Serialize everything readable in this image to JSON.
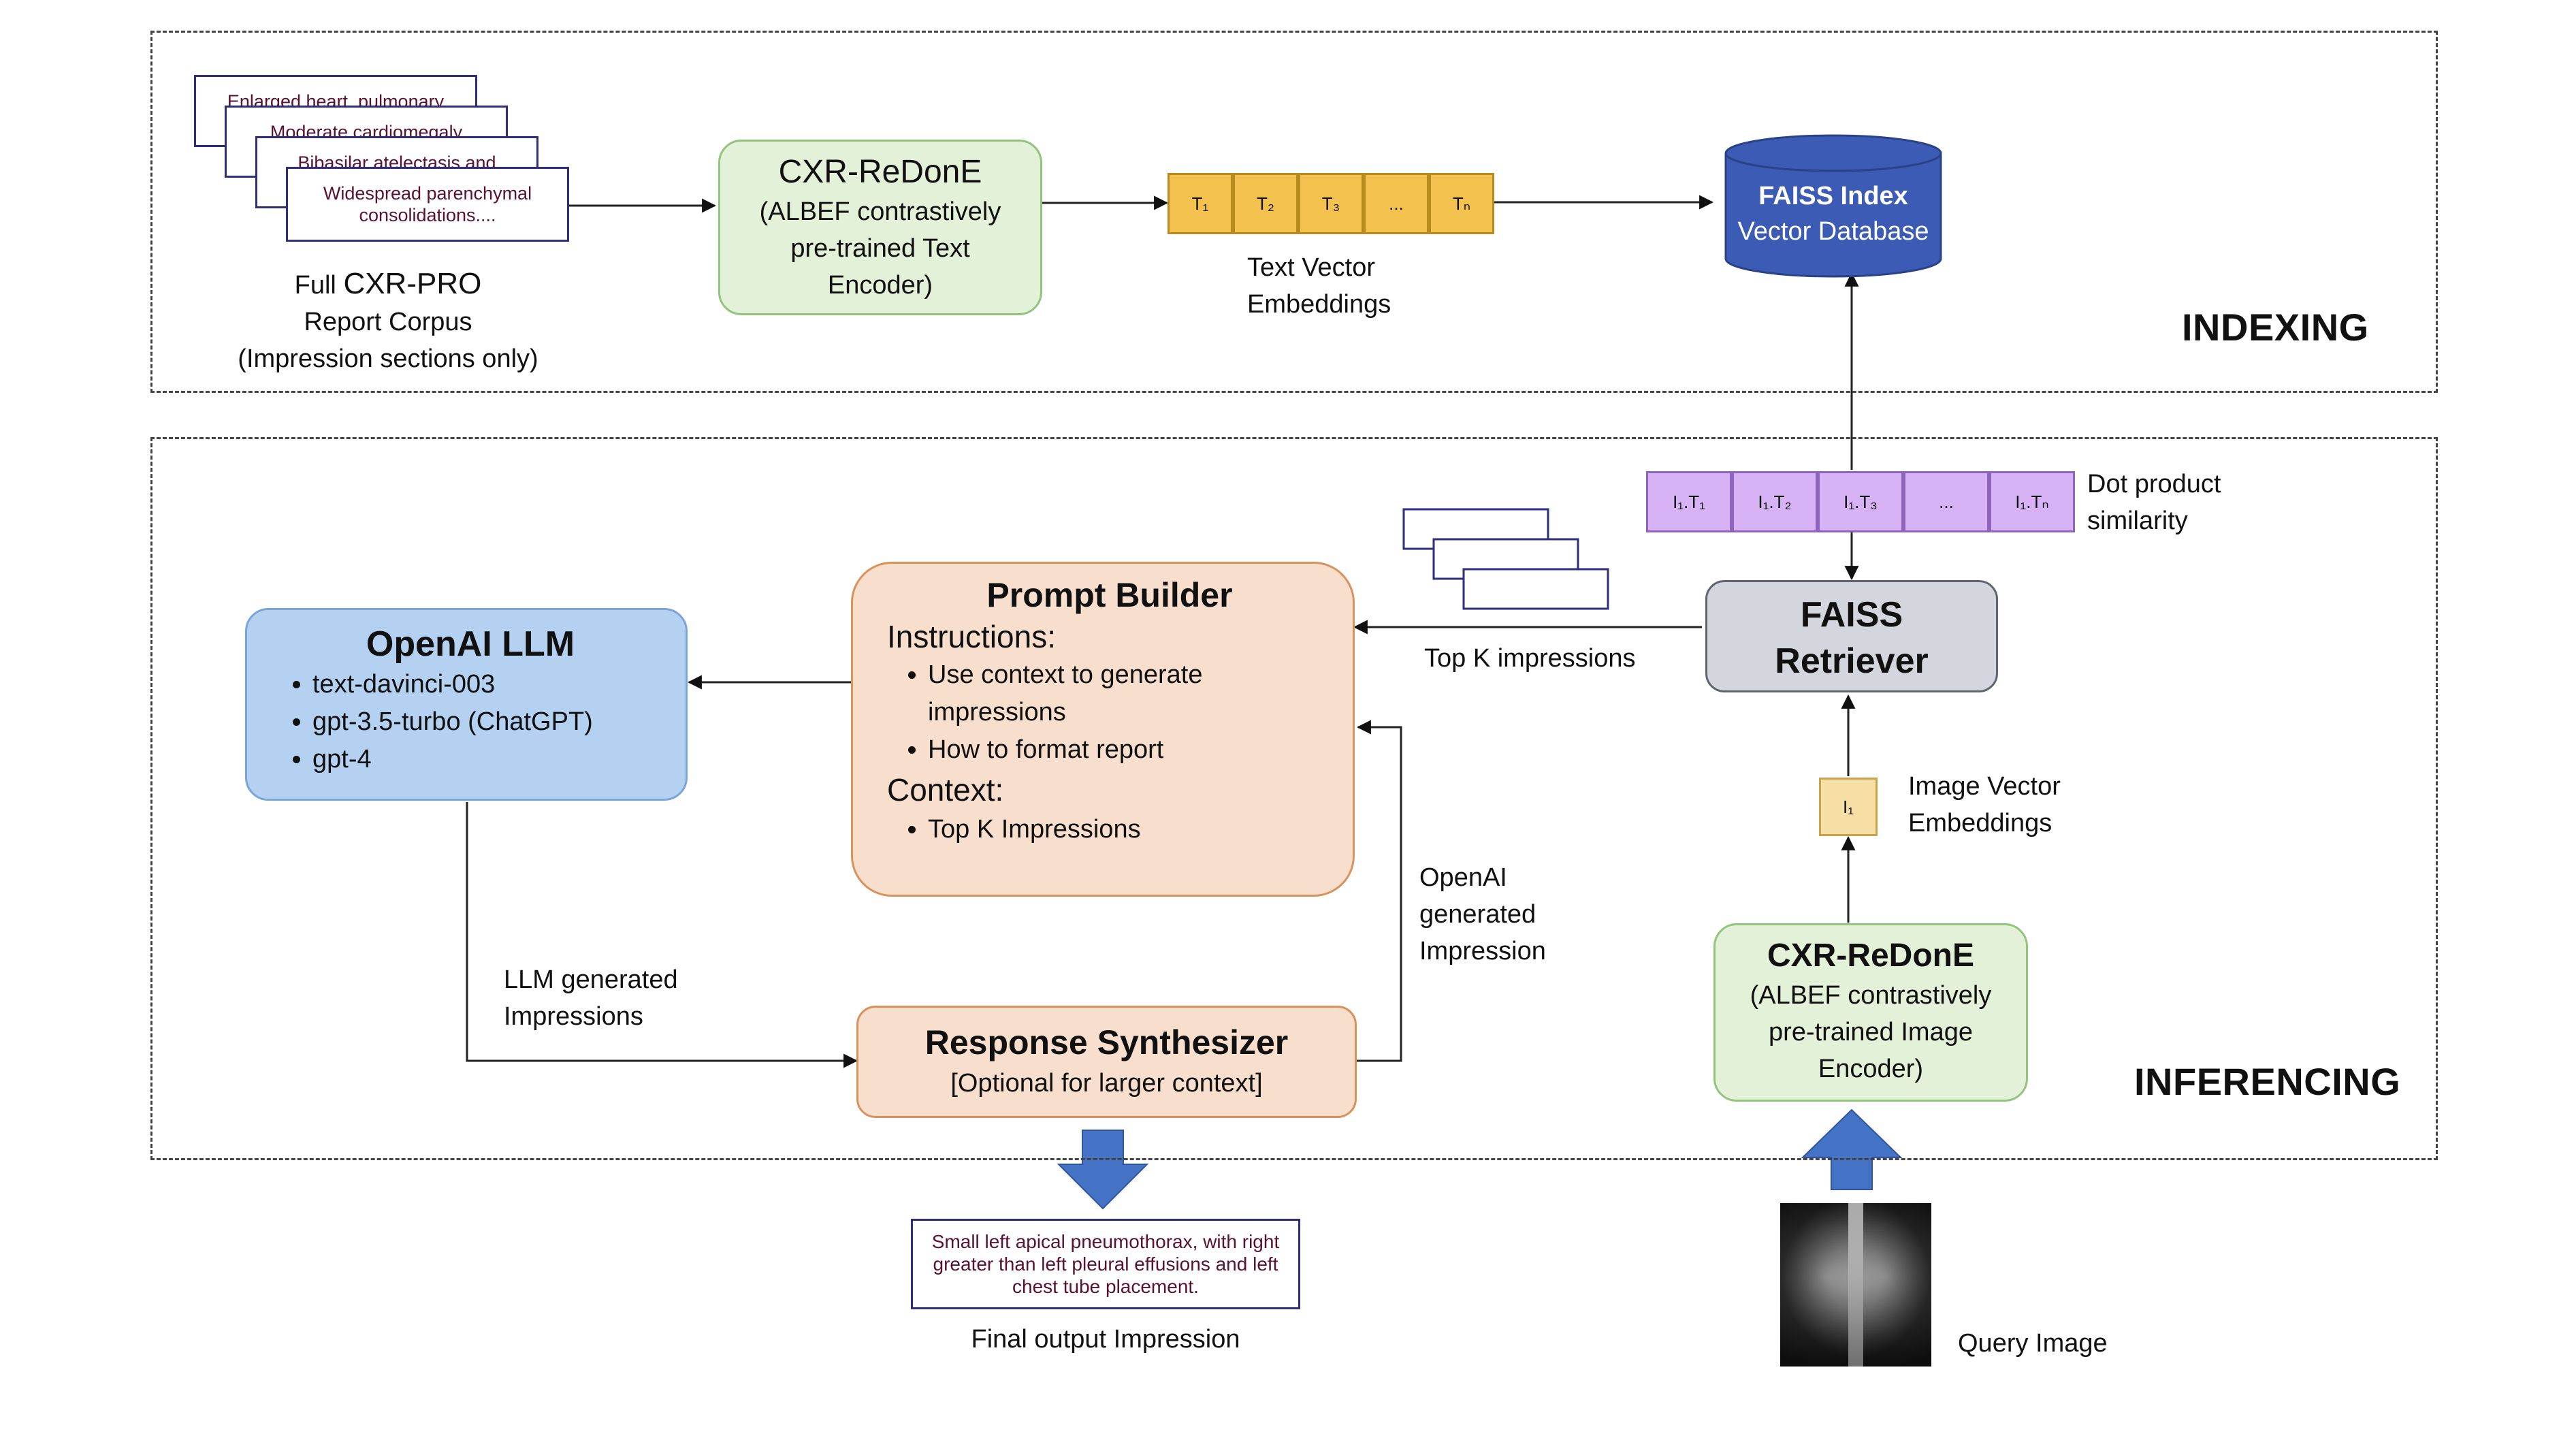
{
  "indexing": {
    "label": "INDEXING",
    "corpus_docs": [
      "Enlarged heart, pulmonary",
      "Moderate cardiomegaly",
      "Bibasilar atelectasis and",
      "Widespread parenchymal consolidations...."
    ],
    "corpus_caption_prefix": "Full ",
    "corpus_caption_name": "CXR-PRO",
    "corpus_caption_line2": "Report Corpus",
    "corpus_caption_line3": "(Impression sections only)",
    "text_encoder": {
      "title": "CXR-ReDonE",
      "line1": "(ALBEF contrastively",
      "line2": "pre-trained Text",
      "line3": "Encoder)"
    },
    "text_vectors": [
      "T₁",
      "T₂",
      "T₃",
      "...",
      "Tₙ"
    ],
    "text_vector_caption_1": "Text Vector",
    "text_vector_caption_2": "Embeddings",
    "db_title": "FAISS Index",
    "db_subtitle": "Vector Database"
  },
  "inferencing": {
    "label": "INFERENCING",
    "similarity": [
      "I₁.T₁",
      "I₁.T₂",
      "I₁.T₃",
      "...",
      "I₁.Tₙ"
    ],
    "similarity_caption_1": "Dot product",
    "similarity_caption_2": "similarity",
    "retriever_line1": "FAISS",
    "retriever_line2": "Retriever",
    "top_k_caption": "Top K impressions",
    "image_vector": "I₁",
    "image_vector_caption_1": "Image Vector",
    "image_vector_caption_2": "Embeddings",
    "image_encoder": {
      "title": "CXR-ReDonE",
      "line1": "(ALBEF contrastively",
      "line2": "pre-trained Image",
      "line3": "Encoder)"
    },
    "query_caption": "Query Image",
    "prompt_builder": {
      "title": "Prompt Builder",
      "instructions_label": "Instructions:",
      "instructions": [
        "Use context to generate impressions",
        "How to format report"
      ],
      "context_label": "Context:",
      "context": [
        "Top K Impressions"
      ]
    },
    "llm": {
      "title": "OpenAI LLM",
      "models": [
        "text-davinci-003",
        "gpt-3.5-turbo (ChatGPT)",
        "gpt-4"
      ]
    },
    "llm_caption_1": "LLM generated",
    "llm_caption_2": "Impressions",
    "openai_caption_1": "OpenAI",
    "openai_caption_2": "generated",
    "openai_caption_3": "Impression",
    "synth_title": "Response Synthesizer",
    "synth_subtitle": "[Optional for larger context]",
    "output_text": "Small left apical pneumothorax, with right greater than left pleural effusions and left chest tube placement.",
    "output_caption": "Final output Impression"
  },
  "colors": {
    "arrow_blue": "#4472c4",
    "db_blue": "#3b5bb5",
    "vector_yellow": "#f2c14e",
    "similarity_purple": "#d7b3f5"
  }
}
